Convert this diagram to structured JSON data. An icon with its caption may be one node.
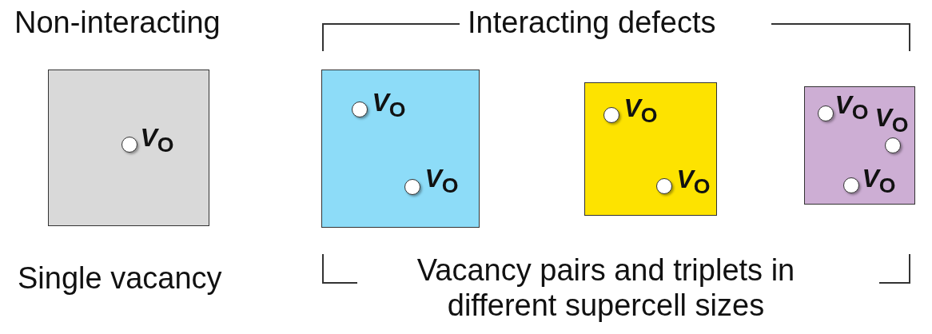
{
  "diagram": {
    "nodes": [
      {
        "text": [],
        "shape": "box"
      },
      {
        "text": [],
        "shape": "circle",
        "in": 0,
        "beside": [
          "*V*$_{O}$"
        ]
      },
      {
        "text": [],
        "shape": "box"
      },
      {
        "text": [],
        "shape": "circle",
        "in": 2,
        "beside": [
          "*V*$_{O}$"
        ]
      },
      {
        "text": [],
        "shape": "circle",
        "in": 2,
        "beside": [
          "*V*$_{O}$"
        ]
      },
      {
        "text": [],
        "shape": "box"
      },
      {
        "text": [],
        "shape": "circle",
        "in": 5,
        "beside": [
          "*V*$_{O}$"
        ]
      },
      {
        "text": [],
        "shape": "circle",
        "in": 5,
        "beside": [
          "*V*$_{O}$"
        ]
      },
      {
        "text": [],
        "shape": "box"
      },
      {
        "text": [],
        "shape": "circle",
        "in": 8,
        "beside": [
          "*V*$_{O}$"
        ]
      },
      {
        "text": [],
        "shape": "circle",
        "in": 8,
        "beside": [
          "*V*$_{O}$"
        ]
      },
      {
        "text": [],
        "shape": "circle",
        "in": 8,
        "beside": [
          "*V*$_{O}$"
        ]
      }
    ],
    "edges": [],
    "labels": [
      "Non-interacting",
      "Interacting defects",
      "Single vacancy",
      "Vacancy pairs and triplets in different supercell sizes"
    ]
  }
}
